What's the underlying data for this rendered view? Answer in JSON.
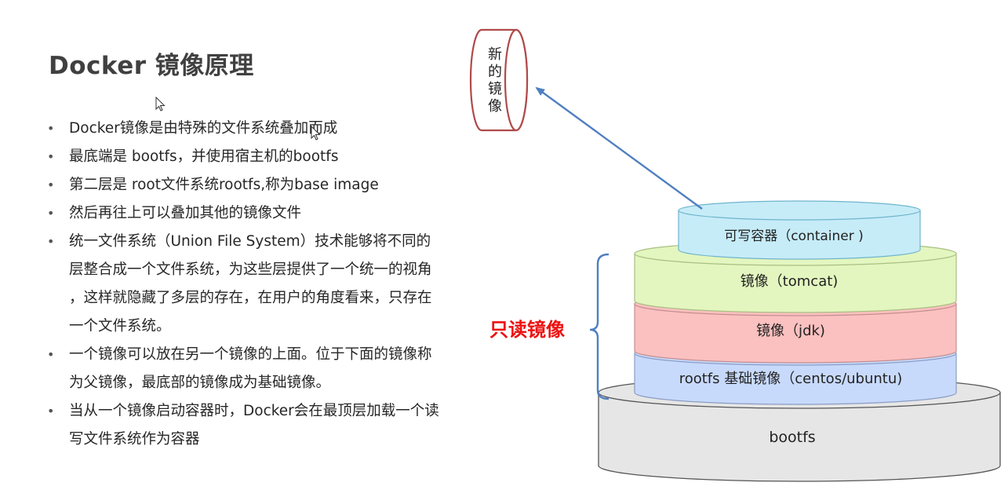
{
  "slide": {
    "title": "Docker 镜像原理",
    "bullets": [
      {
        "lines": [
          "Docker镜像是由特殊的文件系统叠加而成"
        ]
      },
      {
        "lines": [
          "最底端是 bootfs，并使用宿主机的bootfs"
        ]
      },
      {
        "lines": [
          "第二层是 root文件系统rootfs,称为base image"
        ]
      },
      {
        "lines": [
          "然后再往上可以叠加其他的镜像文件"
        ]
      },
      {
        "lines": [
          "统一文件系统（Union File System）技术能够将不同的",
          "层整合成一个文件系统，为这些层提供了一个统一的视角",
          "，这样就隐藏了多层的存在，在用户的角度看来，只存在",
          "一个文件系统。"
        ]
      },
      {
        "lines": [
          "一个镜像可以放在另一个镜像的上面。位于下面的镜像称",
          "为父镜像，最底部的镜像成为基础镜像。"
        ]
      },
      {
        "lines": [
          "当从一个镜像启动容器时，Docker会在最顶层加载一个读",
          "写文件系统作为容器"
        ]
      }
    ]
  },
  "diagram": {
    "new_image_chars": [
      "新",
      "的",
      "镜",
      "像"
    ],
    "readonly_label": "只读镜像",
    "layers": {
      "container": "可写容器（container )",
      "tomcat": "镜像（tomcat)",
      "jdk": "镜像（jdk)",
      "rootfs": "rootfs 基础镜像（centos/ubuntu)",
      "bootfs": "bootfs"
    },
    "colors": {
      "container": "#c6ecf8",
      "tomcat": "#e3f6bf",
      "jdk": "#fbc0c0",
      "rootfs": "#c8dafc",
      "bootfs": "#e6e6e6",
      "arrow": "#4f7fc1",
      "readonly_text": "#ee1111",
      "new_image_border": "#b04a4a"
    }
  },
  "bullet_symbol": "•"
}
